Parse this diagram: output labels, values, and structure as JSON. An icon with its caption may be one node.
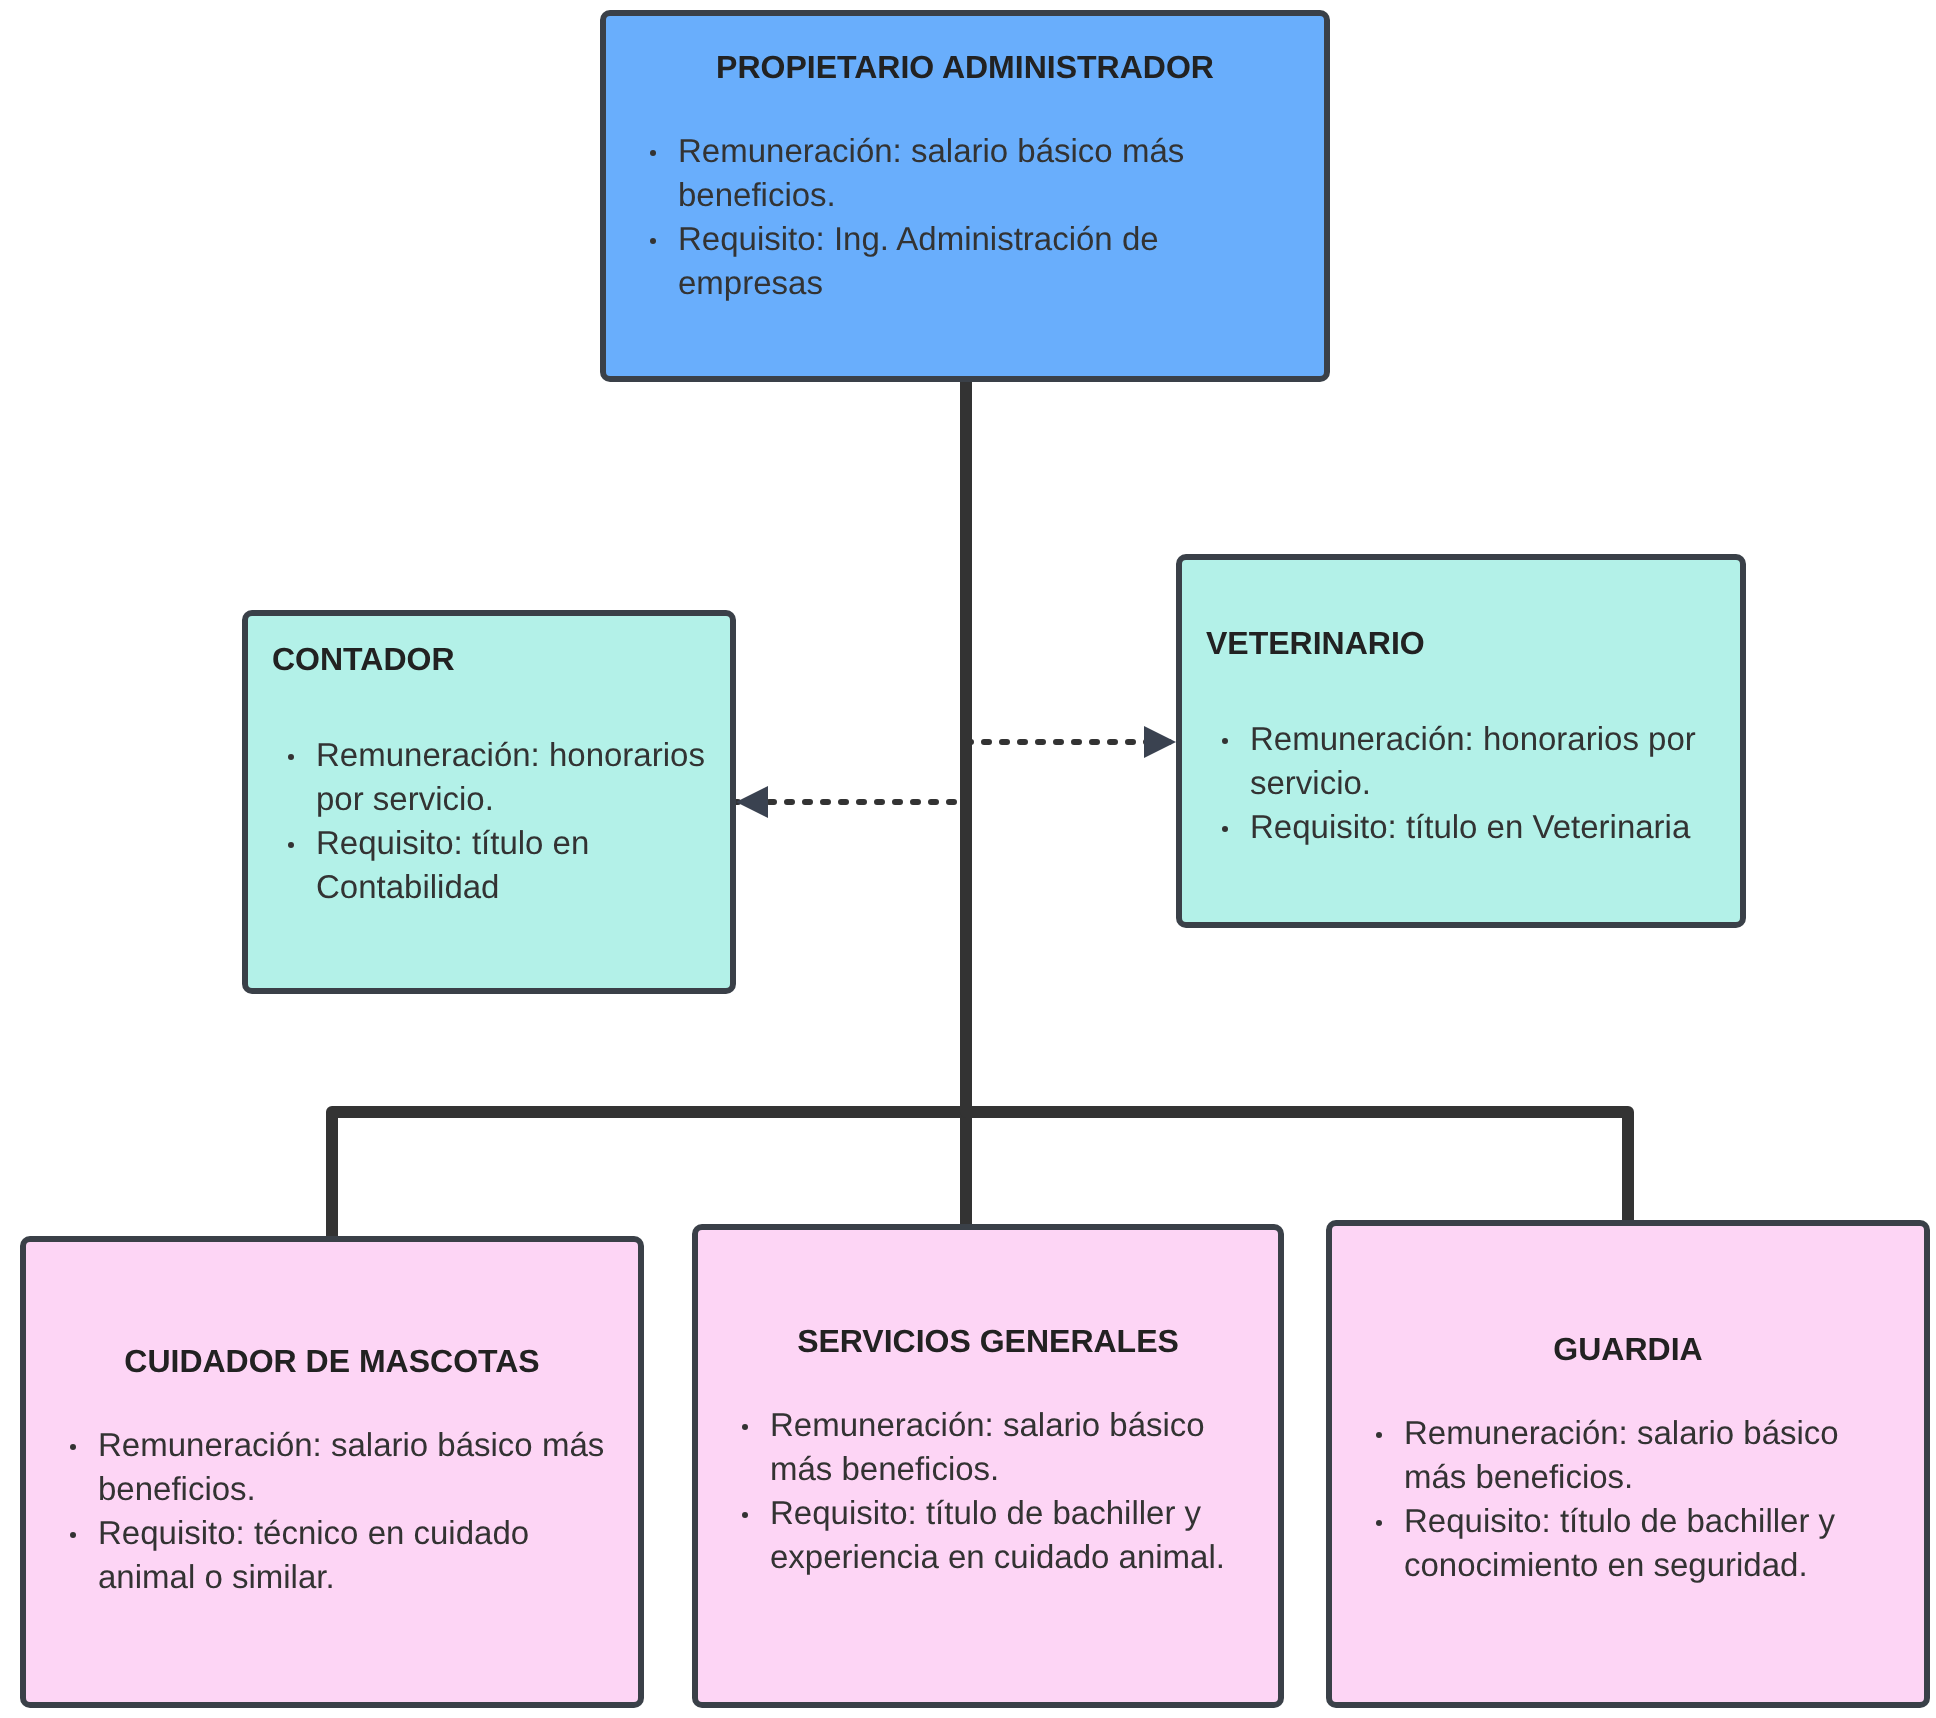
{
  "diagram": {
    "nodes": [
      {
        "text": [
          "PROPIETARIO ADMINISTRADOR",
          "Remuneración: salario básico más beneficios.",
          "Requisito: Ing. Administración de empresas"
        ]
      },
      {
        "text": [
          "CONTADOR",
          "Remuneración: honorarios por servicio.",
          "Requisito: título en Contabilidad"
        ]
      },
      {
        "text": [
          "VETERINARIO",
          "Remuneración: honorarios por servicio.",
          "Requisito: título en Veterinaria"
        ]
      },
      {
        "text": [
          "CUIDADOR DE MASCOTAS",
          "Remuneración: salario básico más beneficios.",
          "Requisito: técnico en cuidado animal o similar."
        ]
      },
      {
        "text": [
          "SERVICIOS GENERALES",
          "Remuneración: salario básico más beneficios.",
          "Requisito: título de bachiller y experiencia en cuidado animal."
        ]
      },
      {
        "text": [
          "GUARDIA",
          "Remuneración: salario básico más beneficios.",
          "Requisito: título de bachiller y conocimiento en seguridad."
        ]
      }
    ],
    "edges": [
      {
        "from": 0,
        "to": 1,
        "arrow": "to",
        "style": "dashed"
      },
      {
        "from": 0,
        "to": 2,
        "arrow": "to",
        "style": "dashed"
      },
      {
        "from": 0,
        "to": 3,
        "arrow": "none"
      },
      {
        "from": 0,
        "to": 4,
        "arrow": "none"
      },
      {
        "from": 0,
        "to": 5,
        "arrow": "none"
      }
    ]
  }
}
